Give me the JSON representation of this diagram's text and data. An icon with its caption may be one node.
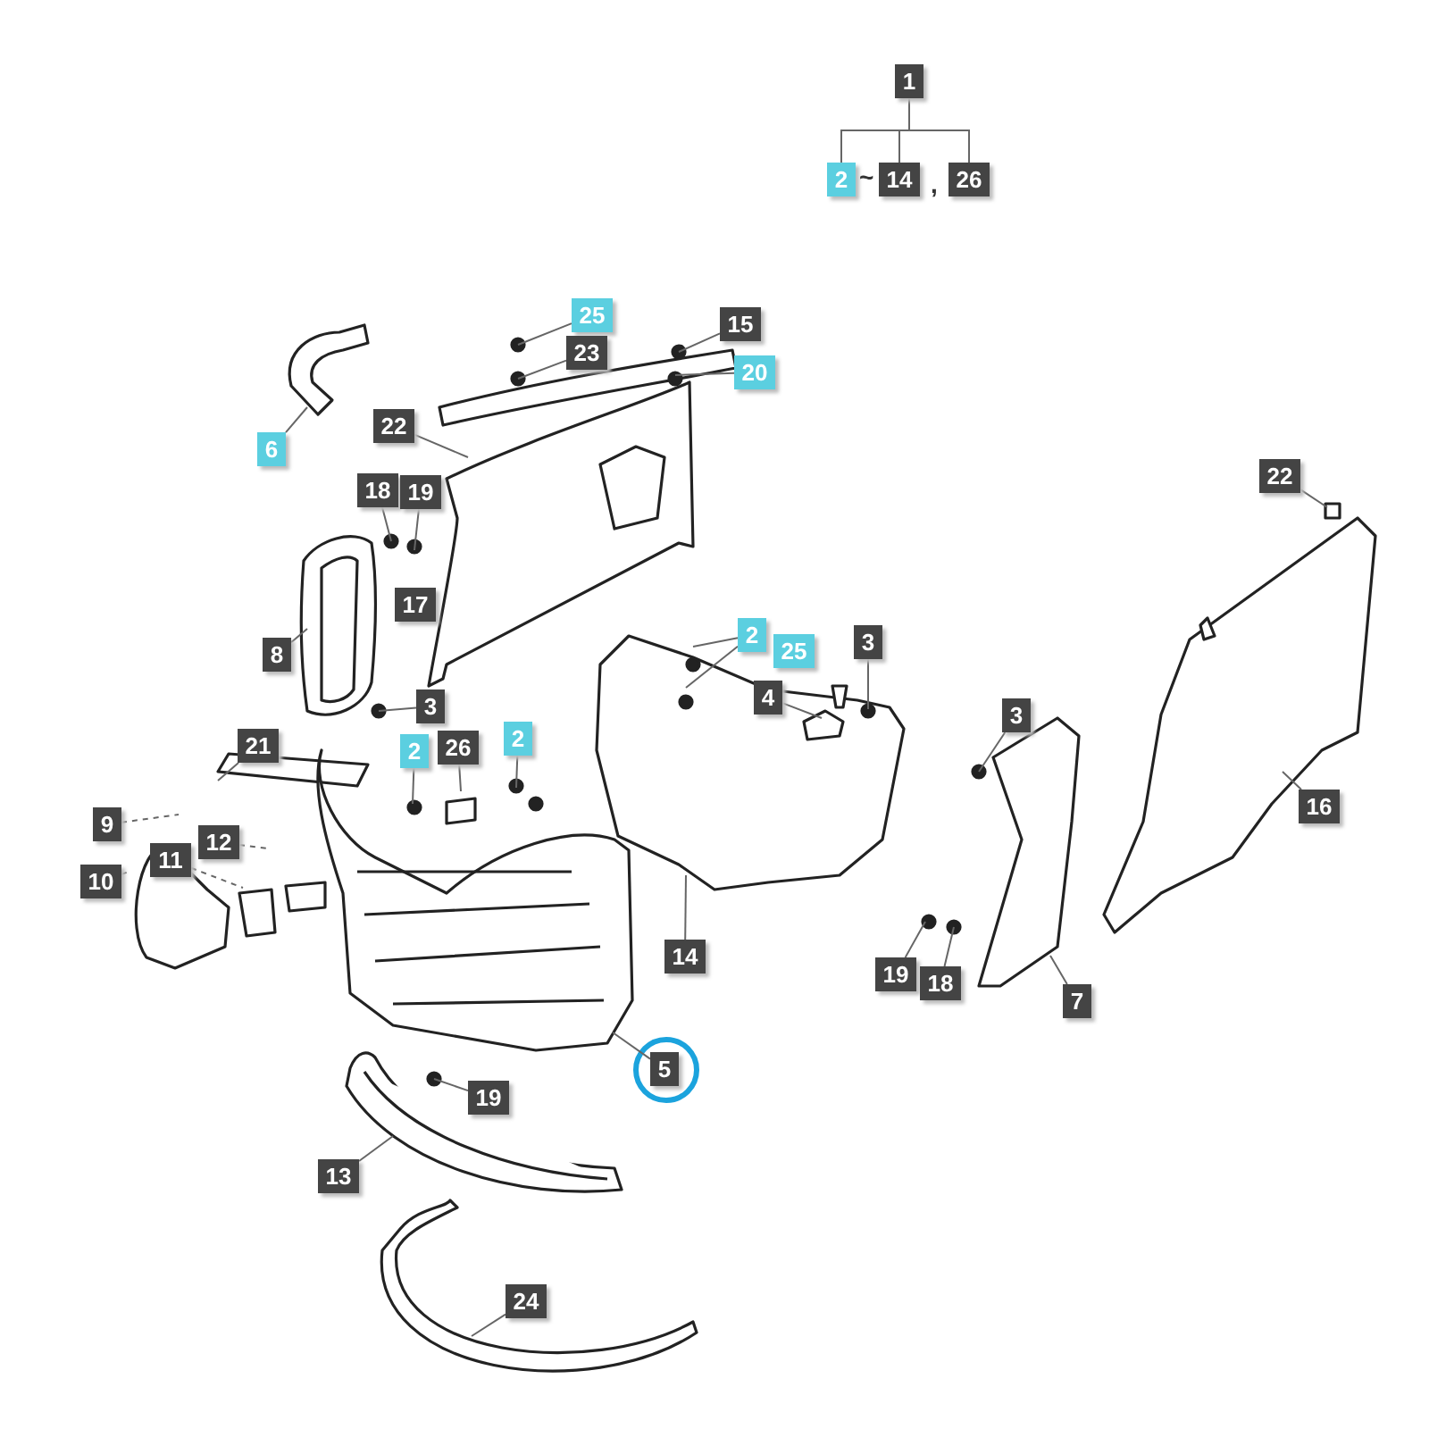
{
  "diagram": {
    "nodes": [
      {
        "text": [
          "1"
        ]
      },
      {
        "text": [
          "2"
        ]
      },
      {
        "text": [
          "14"
        ]
      },
      {
        "text": [
          "26"
        ]
      },
      {
        "text": [
          "25"
        ]
      },
      {
        "text": [
          "23"
        ]
      },
      {
        "text": [
          "15"
        ]
      },
      {
        "text": [
          "20"
        ]
      },
      {
        "text": [
          "6"
        ]
      },
      {
        "text": [
          "22"
        ]
      },
      {
        "text": [
          "18"
        ]
      },
      {
        "text": [
          "19"
        ]
      },
      {
        "text": [
          "22"
        ]
      },
      {
        "text": [
          "8"
        ]
      },
      {
        "text": [
          "3"
        ]
      },
      {
        "text": [
          "2"
        ]
      },
      {
        "text": [
          "3"
        ]
      },
      {
        "text": [
          "4"
        ]
      },
      {
        "text": [
          "3"
        ]
      },
      {
        "text": [
          "16"
        ]
      },
      {
        "text": [
          "21"
        ]
      },
      {
        "text": [
          "2"
        ]
      },
      {
        "text": [
          "26"
        ]
      },
      {
        "text": [
          "2"
        ]
      },
      {
        "text": [
          "9"
        ]
      },
      {
        "text": [
          "12"
        ]
      },
      {
        "text": [
          "11"
        ]
      },
      {
        "text": [
          "10"
        ]
      },
      {
        "text": [
          "14"
        ]
      },
      {
        "text": [
          "19"
        ]
      },
      {
        "text": [
          "18"
        ]
      },
      {
        "text": [
          "7"
        ]
      },
      {
        "text": [
          "5"
        ]
      },
      {
        "text": [
          "19"
        ]
      },
      {
        "text": [
          "13"
        ]
      },
      {
        "text": [
          "24"
        ]
      },
      {
        "text": [
          "17"
        ]
      },
      {
        "text": [
          "25"
        ]
      }
    ],
    "edges": [
      {
        "from": 0,
        "to": 1,
        "arrow": "none"
      },
      {
        "from": 0,
        "to": 2,
        "arrow": "none"
      },
      {
        "from": 0,
        "to": 3,
        "arrow": "none"
      },
      {
        "from": 4,
        "to": null,
        "arrow": "none"
      },
      {
        "from": 5,
        "to": null,
        "arrow": "none"
      },
      {
        "from": 6,
        "to": null,
        "arrow": "none"
      },
      {
        "from": 7,
        "to": null,
        "arrow": "none"
      },
      {
        "from": 8,
        "to": null,
        "arrow": "none"
      },
      {
        "from": 9,
        "to": null,
        "arrow": "none"
      },
      {
        "from": 10,
        "to": null,
        "arrow": "none"
      },
      {
        "from": 11,
        "to": null,
        "arrow": "none"
      },
      {
        "from": 12,
        "to": null,
        "arrow": "none"
      },
      {
        "from": 13,
        "to": null,
        "arrow": "none"
      },
      {
        "from": 14,
        "to": null,
        "arrow": "none"
      },
      {
        "from": 15,
        "to": null,
        "arrow": "none"
      },
      {
        "from": 15,
        "to": null,
        "arrow": "none"
      },
      {
        "from": 16,
        "to": null,
        "arrow": "none"
      },
      {
        "from": 17,
        "to": null,
        "arrow": "none"
      },
      {
        "from": 18,
        "to": null,
        "arrow": "none"
      },
      {
        "from": 19,
        "to": null,
        "arrow": "none"
      },
      {
        "from": 20,
        "to": null,
        "arrow": "none"
      },
      {
        "from": 21,
        "to": null,
        "arrow": "none"
      },
      {
        "from": 22,
        "to": null,
        "arrow": "none"
      },
      {
        "from": 23,
        "to": null,
        "arrow": "none"
      },
      {
        "from": 24,
        "to": null,
        "arrow": "none",
        "style": "dashed"
      },
      {
        "from": 25,
        "to": null,
        "arrow": "none",
        "style": "dashed"
      },
      {
        "from": 26,
        "to": null,
        "arrow": "none",
        "style": "dashed"
      },
      {
        "from": 27,
        "to": null,
        "arrow": "none",
        "style": "dashed"
      },
      {
        "from": 28,
        "to": null,
        "arrow": "none"
      },
      {
        "from": 29,
        "to": null,
        "arrow": "none"
      },
      {
        "from": 30,
        "to": null,
        "arrow": "none"
      },
      {
        "from": 31,
        "to": null,
        "arrow": "none"
      },
      {
        "from": 32,
        "to": null,
        "arrow": "none"
      },
      {
        "from": 33,
        "to": null,
        "arrow": "none"
      },
      {
        "from": 34,
        "to": null,
        "arrow": "none"
      },
      {
        "from": 35,
        "to": null,
        "arrow": "none"
      }
    ],
    "labels": [
      "~",
      ","
    ]
  }
}
